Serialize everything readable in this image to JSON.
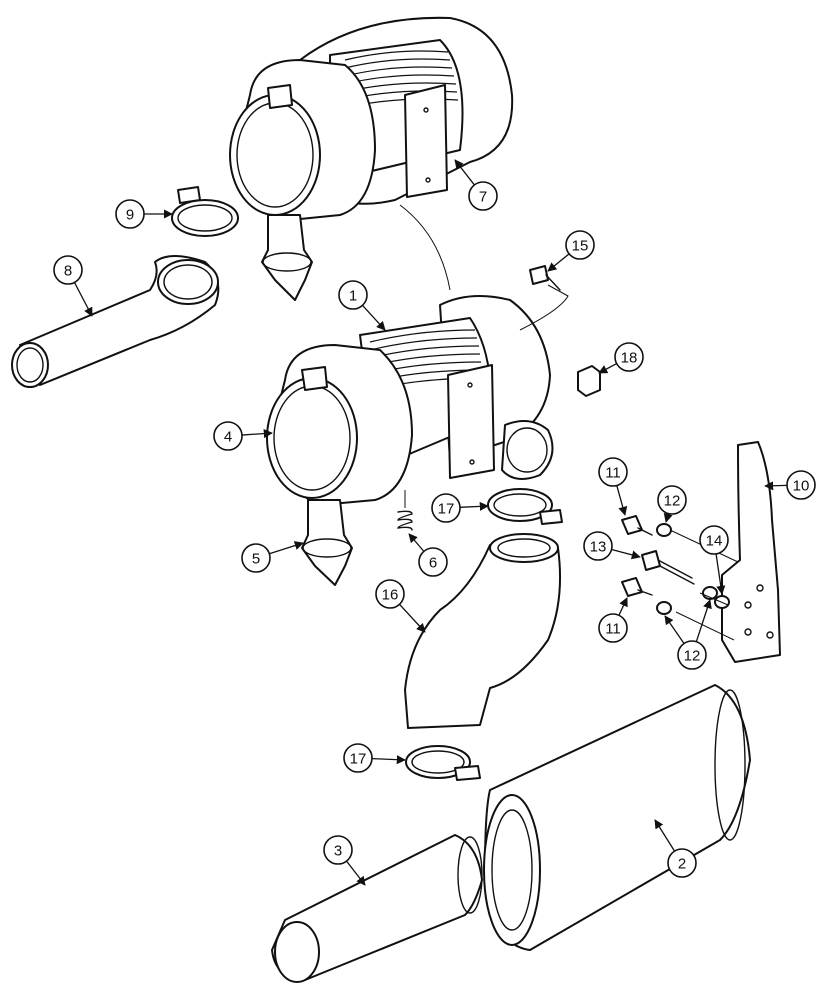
{
  "diagram": {
    "callouts": [
      {
        "id": "c1",
        "label": "1"
      },
      {
        "id": "c2",
        "label": "2"
      },
      {
        "id": "c3",
        "label": "3"
      },
      {
        "id": "c4",
        "label": "4"
      },
      {
        "id": "c5",
        "label": "5"
      },
      {
        "id": "c6",
        "label": "6"
      },
      {
        "id": "c7",
        "label": "7"
      },
      {
        "id": "c8",
        "label": "8"
      },
      {
        "id": "c9",
        "label": "9"
      },
      {
        "id": "c10",
        "label": "10"
      },
      {
        "id": "c11a",
        "label": "11"
      },
      {
        "id": "c11b",
        "label": "11"
      },
      {
        "id": "c12a",
        "label": "12"
      },
      {
        "id": "c12b",
        "label": "12"
      },
      {
        "id": "c13",
        "label": "13"
      },
      {
        "id": "c14",
        "label": "14"
      },
      {
        "id": "c15",
        "label": "15"
      },
      {
        "id": "c16",
        "label": "16"
      },
      {
        "id": "c17a",
        "label": "17"
      },
      {
        "id": "c17b",
        "label": "17"
      },
      {
        "id": "c18",
        "label": "18"
      }
    ]
  }
}
